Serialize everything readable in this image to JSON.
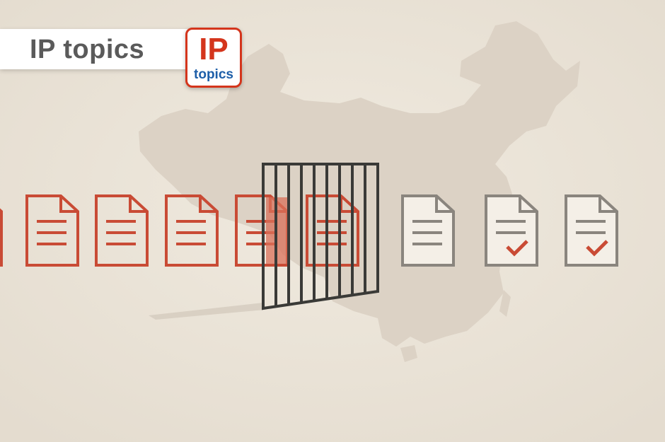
{
  "header": {
    "title": "IP topics"
  },
  "logo": {
    "mark": "IP",
    "word": "topics",
    "brand_color": "#d4351c",
    "word_color": "#1d5ea8"
  },
  "illustration": {
    "subject": "documents-passing-through-bars",
    "colors": {
      "background": "#ece5da",
      "map": "#dcd2c5",
      "red_document": "#c94b35",
      "grey_document": "#8a857e",
      "bars": "#3a3a37"
    },
    "documents": [
      {
        "state": "red"
      },
      {
        "state": "red"
      },
      {
        "state": "red"
      },
      {
        "state": "red"
      },
      {
        "state": "red-translucent"
      },
      {
        "state": "red"
      },
      {
        "state": "grey"
      },
      {
        "state": "grey-checked"
      },
      {
        "state": "grey-checked"
      }
    ]
  }
}
